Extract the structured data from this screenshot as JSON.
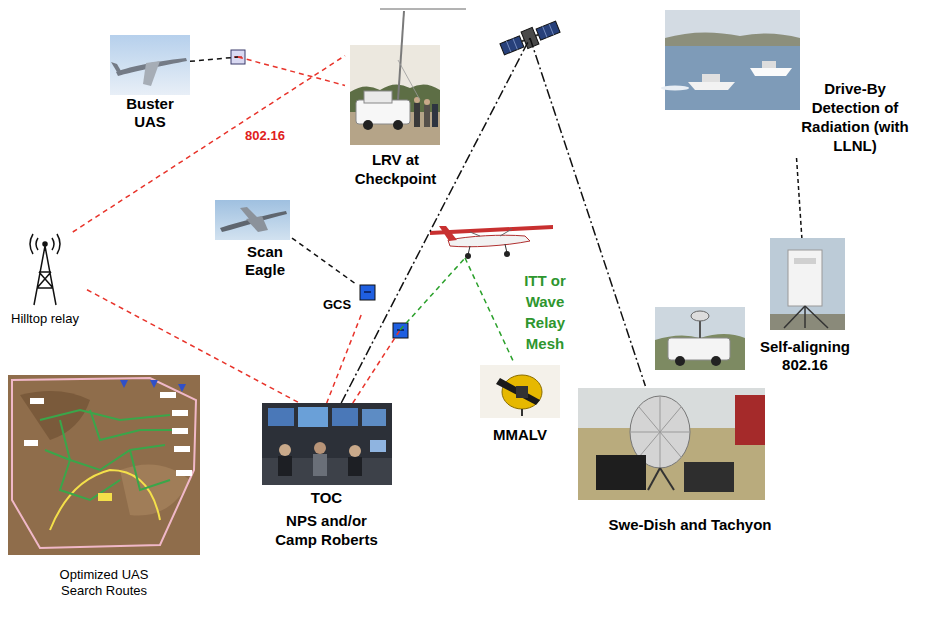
{
  "diagram": {
    "nodes": [
      {
        "text": [
          "Buster UAS"
        ]
      },
      {
        "text": [
          "LRV at Checkpoint"
        ]
      },
      {
        "text": [
          "Drive-By Detection of Radiation (with LLNL)"
        ]
      },
      {
        "text": [
          "Hilltop relay"
        ]
      },
      {
        "text": [
          "Scan Eagle"
        ]
      },
      {
        "text": [
          "GCS"
        ]
      },
      {
        "text": [
          "Self-aligning 802.16"
        ]
      },
      {
        "text": [
          "MMALV"
        ]
      },
      {
        "text": [
          "TOC",
          "NPS and/or Camp Roberts"
        ]
      },
      {
        "text": [
          "Swe-Dish and Tachyon"
        ]
      },
      {
        "text": [
          "Optimized UAS Search Routes"
        ]
      }
    ],
    "edges": [
      {
        "from": 0,
        "to": 1,
        "arrow": "none"
      },
      {
        "from": 3,
        "to": 1,
        "arrow": "none"
      },
      {
        "from": 3,
        "to": 8,
        "arrow": "none"
      },
      {
        "from": 4,
        "to": 5,
        "arrow": "none"
      },
      {
        "from": 5,
        "to": 8,
        "arrow": "none"
      },
      {
        "from": 8,
        "to": 7,
        "arrow": "none"
      },
      {
        "from": 8,
        "to": 9,
        "arrow": "none"
      },
      {
        "from": 2,
        "to": 6,
        "arrow": "none"
      }
    ],
    "labels": [
      "802.16",
      "ITT or Wave Relay Mesh"
    ]
  }
}
